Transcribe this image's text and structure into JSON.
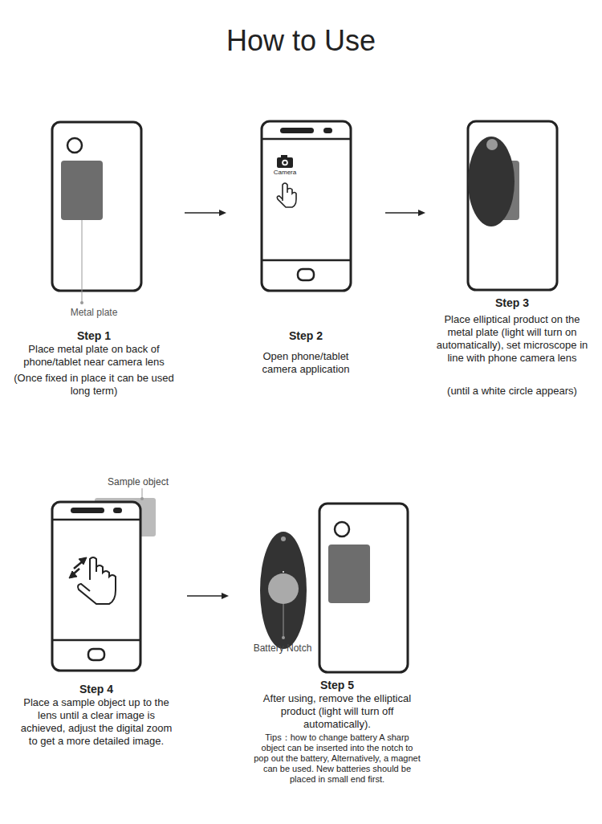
{
  "diagram": {
    "title": "How to Use",
    "nodes": [
      {
        "text": [
          "Step 1",
          "Place metal plate on back of phone/tablet near camera lens",
          "(Once fixed in place it can be used long term)"
        ]
      },
      {
        "text": [
          "Step 2",
          "Open phone/tablet camera application"
        ]
      },
      {
        "text": [
          "Step 3",
          "Place elliptical product on the metal plate (light will turn on automatically), set microscope in line with phone camera lens",
          "(until a white circle appears)"
        ]
      },
      {
        "text": [
          "Step 4",
          "Place a sample object up to the lens until a clear image is achieved, adjust the digital zoom to get a more detailed image."
        ]
      },
      {
        "text": [
          "Step 5",
          "After using, remove the elliptical product (light will turn off automatically).",
          "Tips：how to change battery A sharp object can be inserted into the notch to pop out the battery, Alternatively, a magnet can be used. New batteries should be placed in small end first."
        ]
      }
    ],
    "edges": [
      {
        "from": 0,
        "to": 1,
        "arrow": "to"
      },
      {
        "from": 1,
        "to": 2,
        "arrow": "to"
      },
      {
        "from": 3,
        "to": 4,
        "arrow": "to"
      }
    ],
    "labels": [
      "Metal plate",
      "Camera",
      "Sample object",
      "Battery Notch"
    ]
  }
}
